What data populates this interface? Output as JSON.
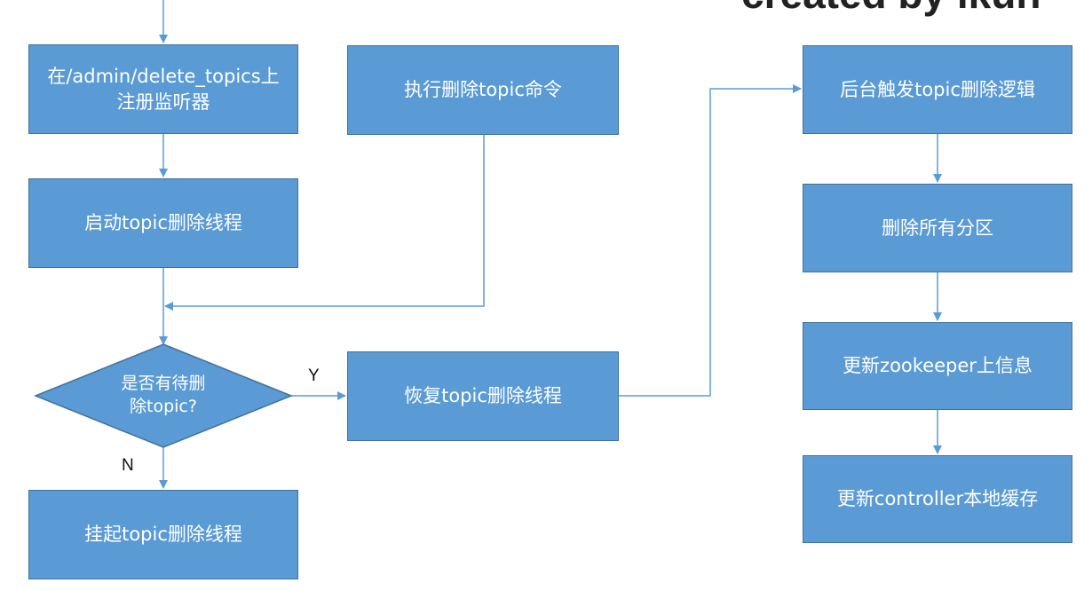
{
  "header_fragment": "created by ikun",
  "nodes": {
    "register_listener": "在/admin/delete_topics上\n注册监听器",
    "start_thread": "启动topic删除线程",
    "exec_delete_cmd": "执行删除topic命令",
    "decision": "是否有待删\n除topic?",
    "suspend_thread": "挂起topic删除线程",
    "resume_thread": "恢复topic删除线程",
    "trigger_logic": "后台触发topic删除逻辑",
    "delete_partitions": "删除所有分区",
    "update_zk": "更新zookeeper上信息",
    "update_cache": "更新controller本地缓存"
  },
  "edge_labels": {
    "yes": "Y",
    "no": "N"
  },
  "colors": {
    "box_fill": "#5b9bd5",
    "box_border": "#41719c",
    "connector": "#5b9bd5"
  }
}
